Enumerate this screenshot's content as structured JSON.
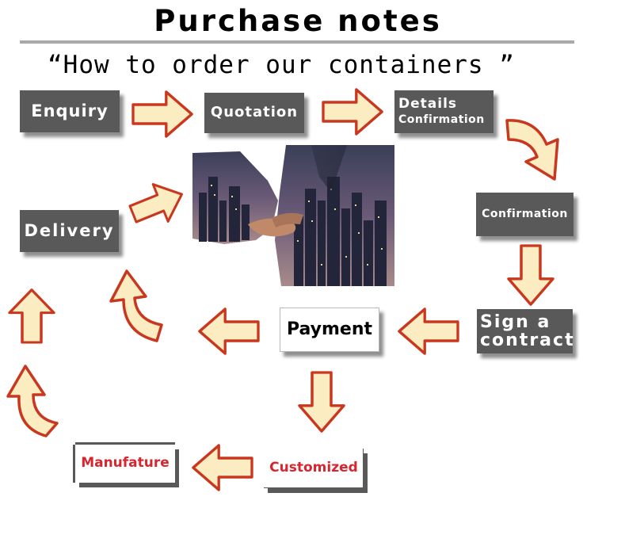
{
  "title": "Purchase notes",
  "subtitle": "“How to order our containers ”",
  "steps": {
    "enquiry": "Enquiry",
    "quotation": "Quotation",
    "details_line1": "Details",
    "details_line2": "Confirmation",
    "confirmation": "Confirmation",
    "sign_line1": "Sign a",
    "sign_line2": "contract",
    "payment": "Payment",
    "customized": "Customized",
    "manufature": "Manufature",
    "delivery": "Delivery"
  },
  "colors": {
    "box_dark": "#595959",
    "box_text": "#ffffff",
    "accent_red": "#d7262f",
    "arrow_fill": "#fbecc2",
    "arrow_stroke": "#c9381e"
  },
  "icons": {
    "arrow": "hand-drawn-arrow-icon",
    "photo": "handshake-city-photo"
  }
}
